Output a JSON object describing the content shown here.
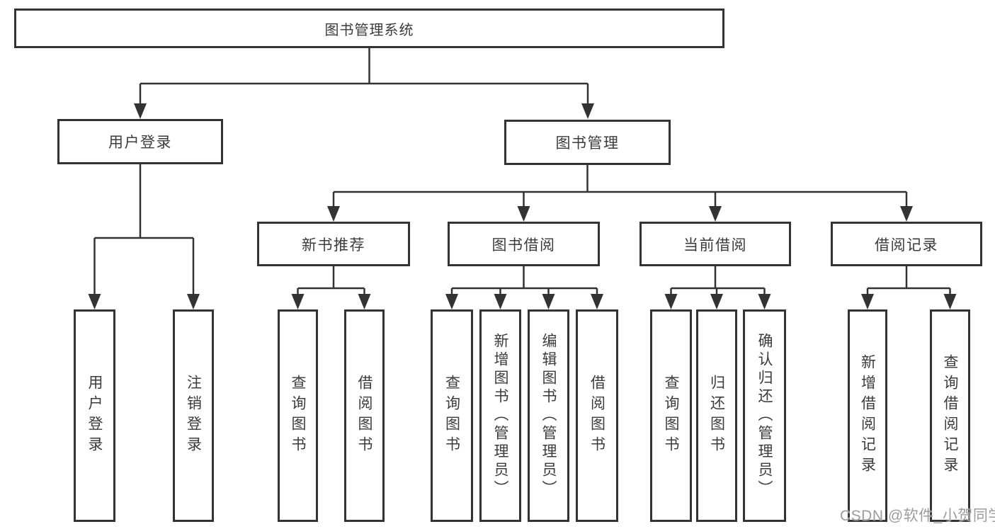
{
  "colors": {
    "line": "#333333",
    "box_border": "#333333",
    "box_fill": "#ffffff",
    "text": "#3b3b3b",
    "watermark_text": "#9c9c9c",
    "background": "#ffffff"
  },
  "diagram": {
    "root": {
      "label": "图书管理系统"
    },
    "level2": {
      "user_login": {
        "label": "用户登录"
      },
      "book_management": {
        "label": "图书管理"
      }
    },
    "level3": {
      "new_book_recommend": {
        "label": "新书推荐"
      },
      "book_borrowing": {
        "label": "图书借阅"
      },
      "current_borrowing": {
        "label": "当前借阅"
      },
      "borrowing_records": {
        "label": "借阅记录"
      }
    },
    "leaves": {
      "user_login": "用户登录",
      "logout": "注销登录",
      "recommend_query_books": "查询图书",
      "recommend_borrow_books": "借阅图书",
      "borrowing_query_books": "查询图书",
      "borrowing_add_books": "新增图书（管理员）",
      "borrowing_edit_books": "编辑图书（管理员）",
      "borrowing_borrow_books": "借阅图书",
      "current_query_books": "查询图书",
      "current_return_books": "归还图书",
      "current_confirm_return": "确认归还（管理员）",
      "records_add_record": "新增借阅记录",
      "records_query_record": "查询借阅记录"
    }
  },
  "watermark": {
    "text": "CSDN @软件_小贺同学"
  }
}
